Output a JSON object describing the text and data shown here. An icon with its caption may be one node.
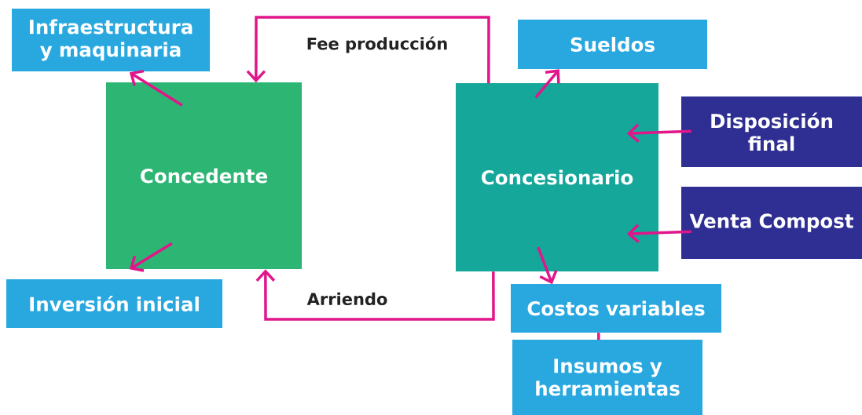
{
  "diagram": {
    "nodes": [
      {
        "text": [
          "Infraestructura y maquinaria"
        ]
      },
      {
        "text": [
          "Concedente"
        ]
      },
      {
        "text": [
          "Inversión inicial"
        ]
      },
      {
        "text": [
          "Concesionario"
        ]
      },
      {
        "text": [
          "Sueldos"
        ]
      },
      {
        "text": [
          "Disposición final"
        ]
      },
      {
        "text": [
          "Venta Compost"
        ]
      },
      {
        "text": [
          "Costos variables"
        ]
      },
      {
        "text": [
          "Insumos y herramientas"
        ]
      }
    ],
    "edges": [
      {
        "from": 1,
        "to": 0,
        "arrow": "to"
      },
      {
        "from": 1,
        "to": 2,
        "arrow": "to"
      },
      {
        "from": 3,
        "to": 1,
        "arrow": "to",
        "label": "Fee producción"
      },
      {
        "from": 3,
        "to": 1,
        "arrow": "to",
        "label": "Arriendo"
      },
      {
        "from": 3,
        "to": 4,
        "arrow": "to"
      },
      {
        "from": 5,
        "to": 3,
        "arrow": "to"
      },
      {
        "from": 6,
        "to": 3,
        "arrow": "to"
      },
      {
        "from": 3,
        "to": 7,
        "arrow": "to"
      },
      {
        "from": 7,
        "to": 8,
        "arrow": "none"
      }
    ]
  }
}
